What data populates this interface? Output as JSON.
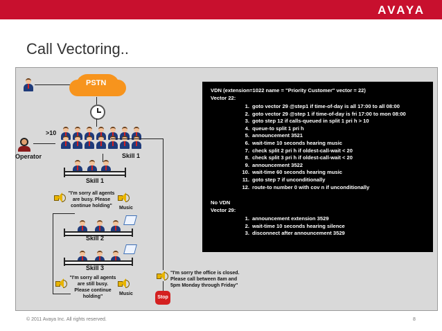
{
  "brand": {
    "logo": "AVAYA",
    "accent_color": "#c8102e"
  },
  "slide": {
    "title": "Call Vectoring..",
    "footer": "© 2011 Avaya Inc. All rights reserved.",
    "page_number": "8"
  },
  "diagram": {
    "pstn_label": "PSTN",
    "queue_threshold": ">10",
    "operator_label": "Operator",
    "skill1_group_label": "Skill 1",
    "skill1_label": "Skill 1",
    "skill2_label": "Skill 2",
    "skill3_label": "Skill 3",
    "msg_busy": "\"I'm sorry all agents are busy. Please continue holding\"",
    "msg_still_busy": "\"I'm sorry all agents are still busy. Please continue holding\"",
    "music_label_1": "Music",
    "music_label_2": "Music",
    "msg_closed": "\"I'm sorry the office is closed. Please call between 8am and 5pm Monday through Friday\"",
    "stop_label": "Stop"
  },
  "vector_panel": {
    "vdn_line": "VDN (extension=1022  name = \"Priority Customer\"  vector = 22)",
    "vector22_label": "Vector 22:",
    "vector22_steps": [
      {
        "num": "1.",
        "text": "goto vector 29 @step1 if time-of-day is all 17:00 to all 08:00"
      },
      {
        "num": "2.",
        "text": "goto vector 29 @step 1 if time-of-day is fri 17:00 to mon 08:00"
      },
      {
        "num": "3.",
        "text": "goto step 12 if calls-queued in split 1 pri h > 10"
      },
      {
        "num": "4.",
        "text": "queue-to split 1 pri h"
      },
      {
        "num": "5.",
        "text": "announcement 3521"
      },
      {
        "num": "6.",
        "text": "wait-time 10 seconds hearing music"
      },
      {
        "num": "7.",
        "text": "check split 2 pri h if oldest-call-wait < 20"
      },
      {
        "num": "8.",
        "text": "check split 3 pri h if oldest-call-wait < 20"
      },
      {
        "num": "9.",
        "text": "announcement 3522"
      },
      {
        "num": "10.",
        "text": "wait-time 60 seconds hearing music"
      },
      {
        "num": "11.",
        "text": "goto step 7 if unconditionally"
      },
      {
        "num": "12.",
        "text": "route-to number 0 with cov n if unconditionally"
      }
    ],
    "no_vdn_label": "No VDN",
    "vector29_label": "Vector 29:",
    "vector29_steps": [
      {
        "num": "1.",
        "text": "announcement extension 3529"
      },
      {
        "num": "2.",
        "text": "wait-time 10 seconds hearing silence"
      },
      {
        "num": "3.",
        "text": "disconnect after announcement 3529"
      }
    ]
  }
}
